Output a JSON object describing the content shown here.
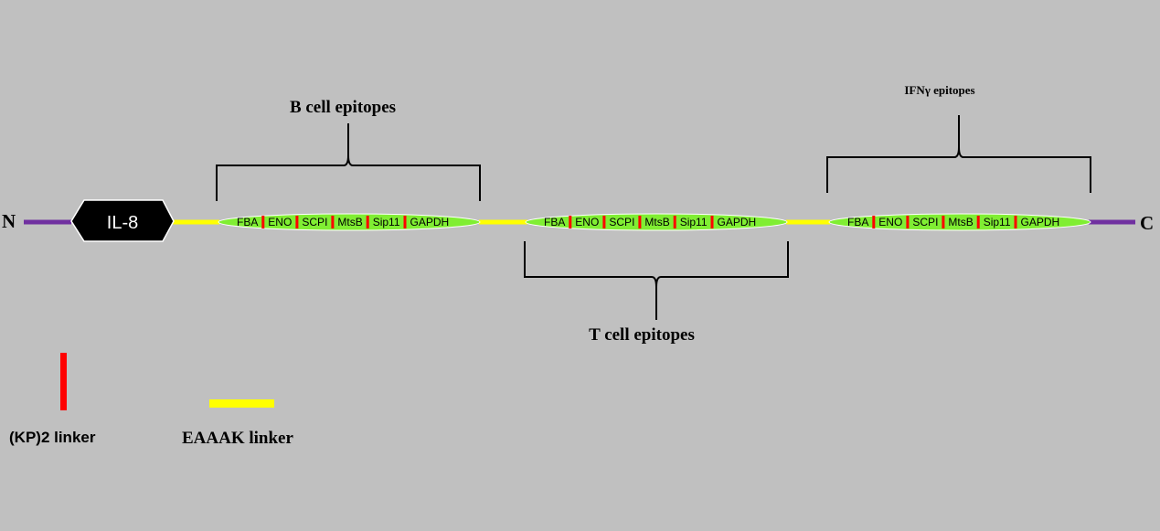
{
  "terminals": {
    "n": "N",
    "c": "C"
  },
  "adjuvant": {
    "label": "IL-8"
  },
  "epitope_groups": [
    {
      "label": "B cell epitopes",
      "segments": [
        "FBA",
        "ENO",
        "SCPI",
        "MtsB",
        "Sip11",
        "GAPDH"
      ]
    },
    {
      "label": "T cell epitopes",
      "segments": [
        "FBA",
        "ENO",
        "SCPI",
        "MtsB",
        "Sip11",
        "GAPDH"
      ]
    },
    {
      "label": "IFNγ epitopes",
      "segments": [
        "FBA",
        "ENO",
        "SCPI",
        "MtsB",
        "Sip11",
        "GAPDH"
      ]
    }
  ],
  "legend": {
    "kp_linker": "(KP)2 linker",
    "eaaak_linker": "EAAAK linker"
  },
  "colors": {
    "background": "#c0c0c0",
    "terminal_line": "#7030a0",
    "eaaak_linker": "#ffff00",
    "kp_linker": "#ff0000",
    "epitope_fill": "#80ee33",
    "adjuvant_fill": "#000000",
    "adjuvant_text": "#ffffff"
  }
}
